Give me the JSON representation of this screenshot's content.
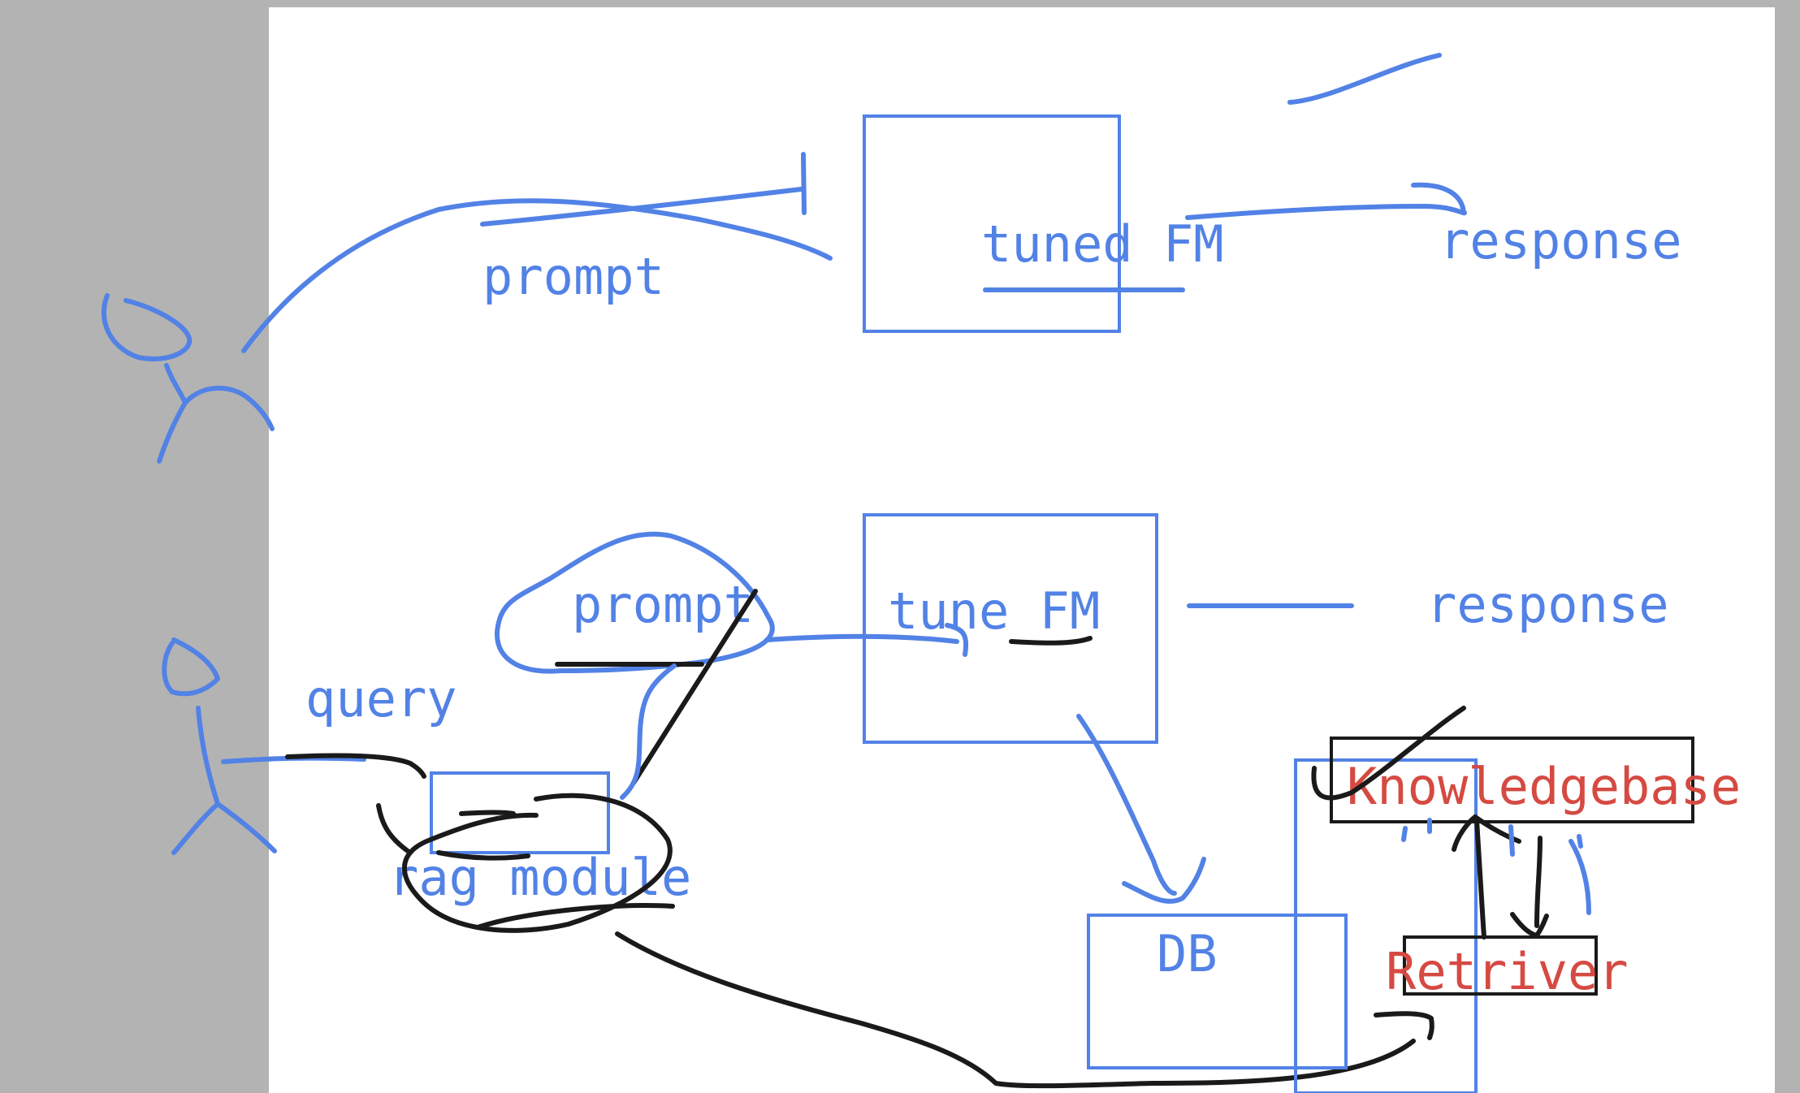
{
  "colors": {
    "background": "#b3b3b3",
    "canvas": "#ffffff",
    "blue_ink": "#5282e6",
    "black_ink": "#1a1a1a",
    "red_text": "#d54a42"
  },
  "flow_top": {
    "prompt_label": "prompt",
    "model_label": "tuned FM",
    "response_label": "response"
  },
  "flow_bottom": {
    "query_label": "query",
    "prompt_label": "prompt",
    "model_label": "tune FM",
    "response_label": "response",
    "rag_label": "rag module",
    "db_label": "DB",
    "knowledgebase_label": "Knowledgebase",
    "retriever_label": "Retriver"
  }
}
